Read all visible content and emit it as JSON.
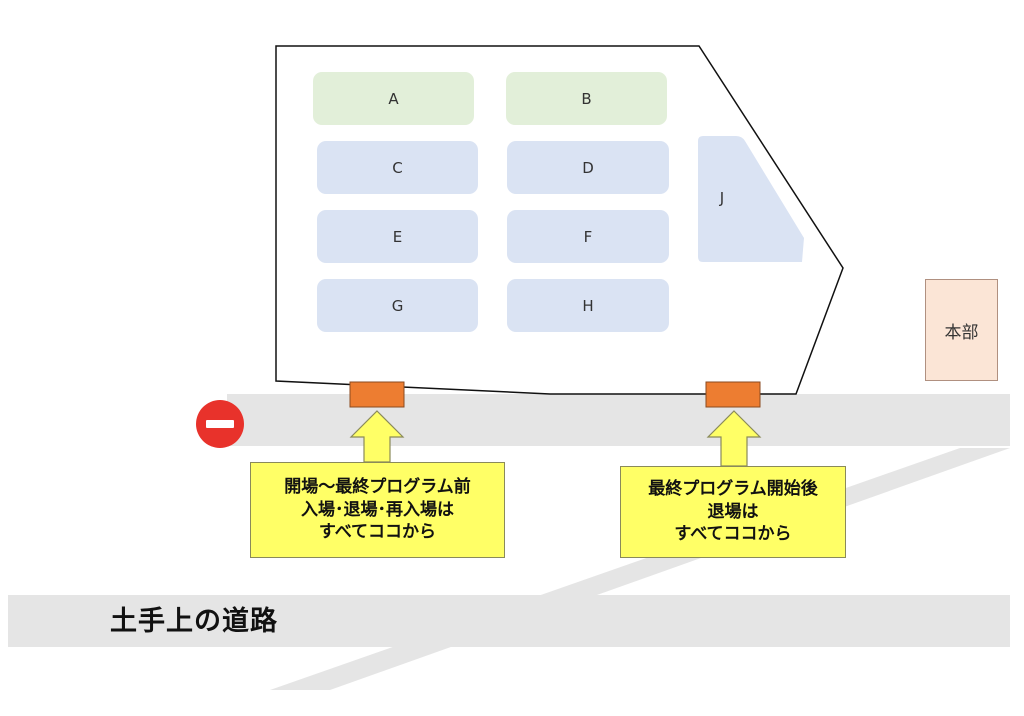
{
  "zones": [
    {
      "id": "A",
      "label": "A",
      "color": "#e2efd9"
    },
    {
      "id": "B",
      "label": "B",
      "color": "#e2efd9"
    },
    {
      "id": "C",
      "label": "C",
      "color": "#dae3f3"
    },
    {
      "id": "D",
      "label": "D",
      "color": "#dae3f3"
    },
    {
      "id": "E",
      "label": "E",
      "color": "#dae3f3"
    },
    {
      "id": "F",
      "label": "F",
      "color": "#dae3f3"
    },
    {
      "id": "G",
      "label": "G",
      "color": "#dae3f3"
    },
    {
      "id": "H",
      "label": "H",
      "color": "#dae3f3"
    },
    {
      "id": "J",
      "label": "J",
      "color": "#dae3f3"
    }
  ],
  "headquarters": {
    "label": "本部",
    "color": "#fbe5d6"
  },
  "callouts": {
    "main": {
      "lines": [
        "開場～最終プログラム前",
        "入場･退場･再入場は",
        "すべてココから"
      ]
    },
    "exit": {
      "lines": [
        "最終プログラム開始後",
        "退場は",
        "すべてココから"
      ]
    }
  },
  "road_label": "土手上の道路",
  "icons": {
    "no_entry": "no-entry-icon",
    "arrow": "arrow-up-icon"
  },
  "colors": {
    "road": "#e5e5e5",
    "gate": "#ed7d31",
    "callout": "#ffff66",
    "no_entry": "#e8322b"
  }
}
